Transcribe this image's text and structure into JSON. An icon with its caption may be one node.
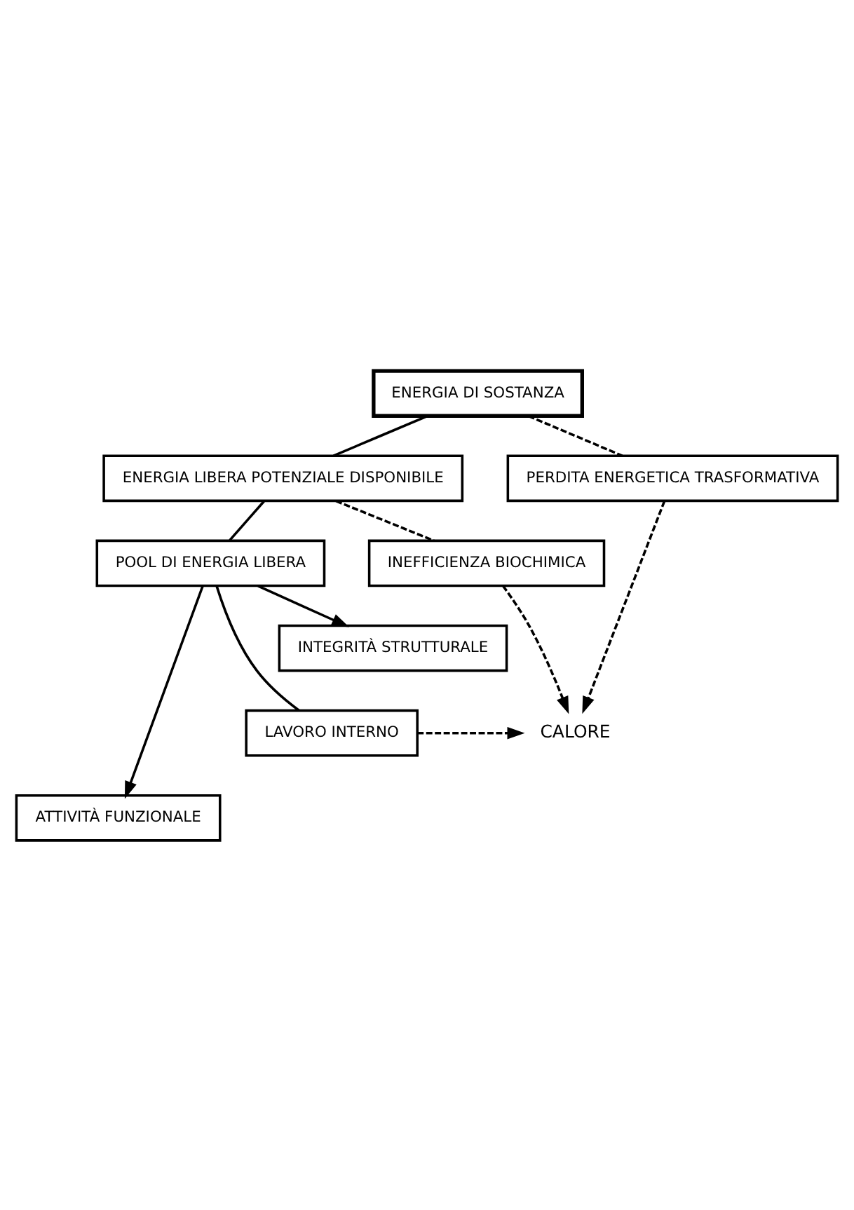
{
  "diagram": {
    "nodes": [
      {
        "text": [
          "ENERGIA DI SOSTANZA"
        ]
      },
      {
        "text": [
          "ENERGIA LIBERA POTENZIALE DISPONIBILE"
        ]
      },
      {
        "text": [
          "PERDITA ENERGETICA TRASFORMATIVA"
        ]
      },
      {
        "text": [
          "POOL DI ENERGIA LIBERA"
        ]
      },
      {
        "text": [
          "INEFFICIENZA BIOCHIMICA"
        ]
      },
      {
        "text": [
          "INTEGRITÀ STRUTTURALE"
        ]
      },
      {
        "text": [
          "LAVORO INTERNO"
        ]
      },
      {
        "text": [
          "CALORE"
        ]
      },
      {
        "text": [
          "ATTIVITÀ FUNZIONALE"
        ]
      }
    ],
    "edges": [
      {
        "from": 0,
        "to": 1,
        "arrow": "none"
      },
      {
        "from": 0,
        "to": 2,
        "arrow": "none",
        "style": "dashed"
      },
      {
        "from": 1,
        "to": 3,
        "arrow": "none"
      },
      {
        "from": 1,
        "to": 4,
        "arrow": "none",
        "style": "dashed"
      },
      {
        "from": 3,
        "to": 5,
        "arrow": "to"
      },
      {
        "from": 3,
        "to": 6,
        "arrow": "none"
      },
      {
        "from": 3,
        "to": 8,
        "arrow": "to"
      },
      {
        "from": 2,
        "to": 7,
        "arrow": "to",
        "style": "dashed"
      },
      {
        "from": 4,
        "to": 7,
        "arrow": "to",
        "style": "dashed"
      },
      {
        "from": 6,
        "to": 7,
        "arrow": "to",
        "style": "dashed"
      }
    ]
  }
}
